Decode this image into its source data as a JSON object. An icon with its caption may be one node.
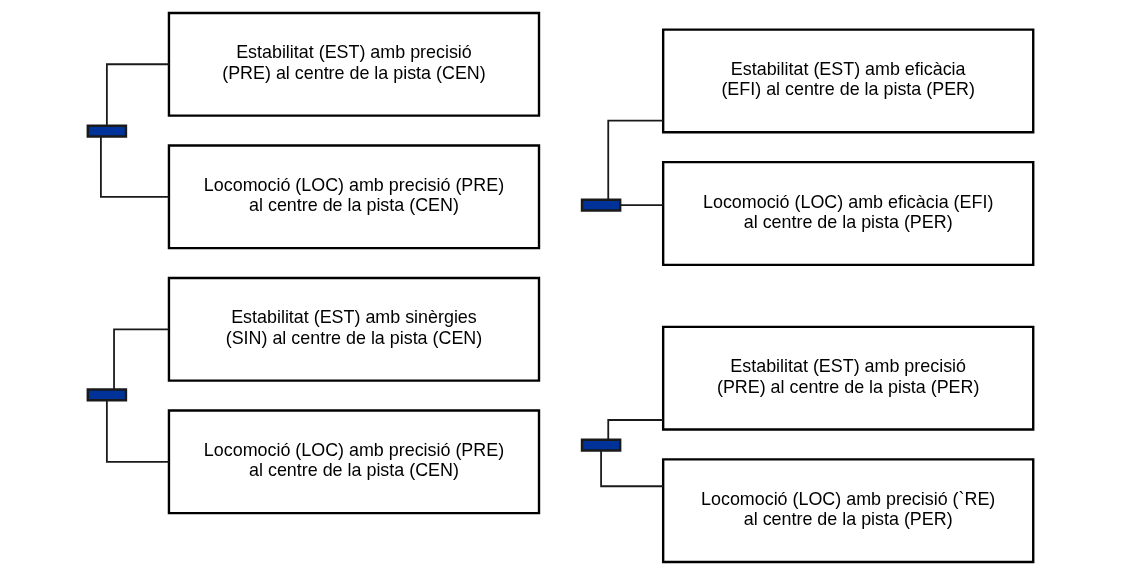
{
  "diagram": {
    "nodes": [
      {
        "text": [],
        "shape": "bar"
      },
      {
        "text": [
          "Estabilitat (EST) amb sinèrgies (SIN) al centre de la pista (CEN)"
        ]
      },
      {
        "text": [
          "Locomoció (LOC) amb precisió (PRE) al centre de la pista (CEN)"
        ]
      },
      {
        "text": [],
        "shape": "bar"
      },
      {
        "text": [
          "Estabilitat (EST) amb precisió (PRE) al centre de la pista (PER)"
        ]
      },
      {
        "text": [
          "Locomoció (LOC) amb precisió (`RE) al centre de la pista (PER)"
        ]
      },
      {
        "text": [],
        "shape": "bar"
      },
      {
        "text": [
          "Estabilitat (EST) amb precisió (PRE) al centre de la pista (CEN)"
        ]
      },
      {
        "text": [
          "Locomoció (LOC) amb precisió (PRE) al centre de la pista (CEN)"
        ]
      },
      {
        "text": [],
        "shape": "bar"
      },
      {
        "text": [
          "Estabilitat (EST) amb eficàcia (EFI) al centre de la pista (PER)"
        ]
      },
      {
        "text": [
          "Locomoció (LOC) amb eficàcia (EFI) al centre de la pista (PER)"
        ]
      }
    ],
    "edges": [
      {
        "from": 0,
        "to": 1,
        "arrow": "none"
      },
      {
        "from": 0,
        "to": 2,
        "arrow": "none"
      },
      {
        "from": 3,
        "to": 4,
        "arrow": "none"
      },
      {
        "from": 3,
        "to": 5,
        "arrow": "none"
      },
      {
        "from": 6,
        "to": 7,
        "arrow": "none"
      },
      {
        "from": 6,
        "to": 8,
        "arrow": "none"
      },
      {
        "from": 9,
        "to": 10,
        "arrow": "none"
      },
      {
        "from": 9,
        "to": 11,
        "arrow": "none"
      }
    ]
  }
}
